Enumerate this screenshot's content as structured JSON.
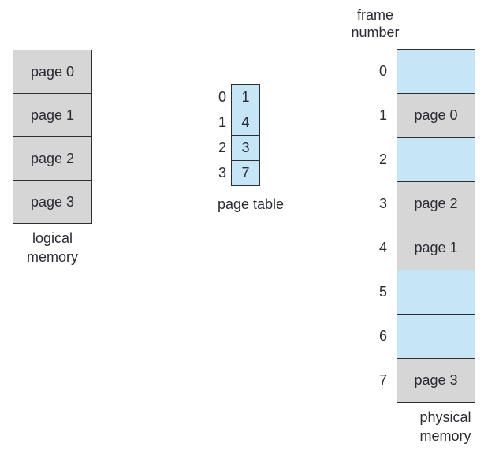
{
  "diagram": {
    "logical_memory": {
      "label": "logical memory",
      "pages": [
        "page 0",
        "page 1",
        "page 2",
        "page 3"
      ]
    },
    "page_table": {
      "label": "page table",
      "entries": [
        {
          "index": "0",
          "frame": "1"
        },
        {
          "index": "1",
          "frame": "4"
        },
        {
          "index": "2",
          "frame": "3"
        },
        {
          "index": "3",
          "frame": "7"
        }
      ]
    },
    "physical_memory": {
      "header": "frame number",
      "label": "physical memory",
      "frames": [
        {
          "number": "0",
          "content": "",
          "filled": false
        },
        {
          "number": "1",
          "content": "page 0",
          "filled": true
        },
        {
          "number": "2",
          "content": "",
          "filled": false
        },
        {
          "number": "3",
          "content": "page 2",
          "filled": true
        },
        {
          "number": "4",
          "content": "page 1",
          "filled": true
        },
        {
          "number": "5",
          "content": "",
          "filled": false
        },
        {
          "number": "6",
          "content": "",
          "filled": false
        },
        {
          "number": "7",
          "content": "page 3",
          "filled": true
        }
      ]
    },
    "colors": {
      "filled_cell": "#d6d6d6",
      "empty_cell": "#c6e5f7",
      "border": "#2e2e2e",
      "text": "#2b2b35"
    }
  }
}
